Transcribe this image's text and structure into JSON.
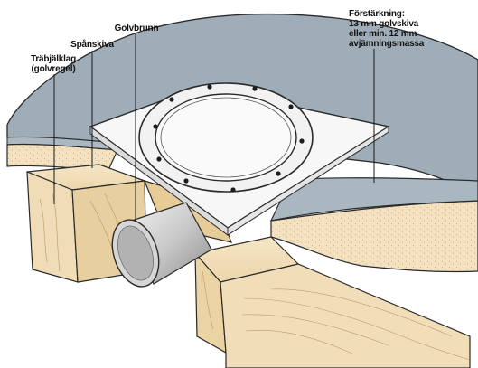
{
  "labels": {
    "floor_drain": "Golvbrunn",
    "particle_board": "Spånskiva",
    "joist": "Träbjälklag\n(golvregel)",
    "reinforcement": "Förstärkning:\n13 mm golvskiva\neller min. 12 mm\navjämningsmassa"
  }
}
